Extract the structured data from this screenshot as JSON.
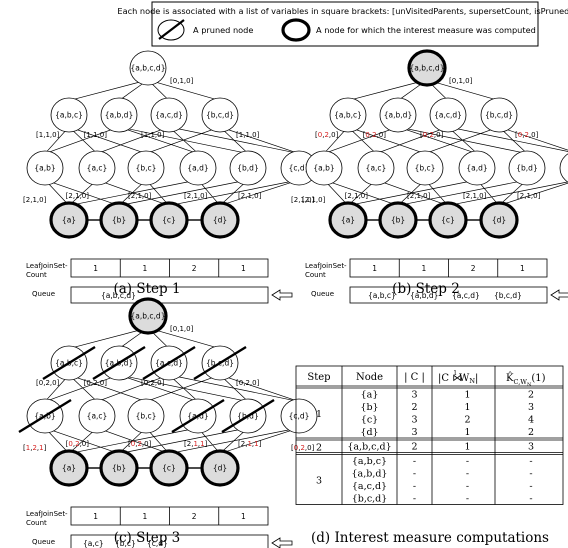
{
  "legend": {
    "header": "Each node is associated with a list of variables in square brackets: [unVisitedParents, supersetCount, isPruned]",
    "pruned": "A pruned node",
    "computed": "A node for which the interest measure was computed"
  },
  "common": {
    "top": "{a,b,c,d}",
    "level3": [
      "{a,b,c}",
      "{a,b,d}",
      "{a,c,d}",
      "{b,c,d}"
    ],
    "level2": [
      "{a,b}",
      "{a,c}",
      "{b,c}",
      "{a,d}",
      "{b,d}",
      "{c,d}"
    ],
    "level1": [
      "{a}",
      "{b}",
      "{c}",
      "{d}"
    ],
    "leaf_label_1": "LeafJoinSet-",
    "leaf_label_2": "Count",
    "queue_label": "Queue",
    "leaf_counts": [
      "1",
      "1",
      "2",
      "1"
    ],
    "red": "#d62020"
  },
  "step1": {
    "caption": "(a) Step 1",
    "top_tag": "[0,1,0]",
    "l3_tags": [
      "[1,1,0]",
      "[1,1,0]",
      "[1,1,0]",
      "[1,1,0]"
    ],
    "l2_tags": [
      "[2,1,0]",
      "[2,1,0]",
      "[2,1,0]",
      "[2,1,0]",
      "[2,1,0]",
      "[2,1,0]"
    ],
    "queue": [
      "{a,b,c,d}"
    ]
  },
  "step2": {
    "caption": "(b) Step 2",
    "top_tag": "[0,1,0]",
    "l3_tags": [
      "[0,2,0]",
      "[0,2,0]",
      "[0,2,0]",
      "[0,2,0]"
    ],
    "l2_tags": [
      "[2,1,0]",
      "[2,1,0]",
      "[2,1,0]",
      "[2,1,0]",
      "[2,1,0]",
      "[2,1,0]"
    ],
    "queue": [
      "{a,b,c}",
      "{a,b,d}",
      "{a,c,d}",
      "{b,c,d}"
    ]
  },
  "step3": {
    "caption": "(c) Step 3",
    "top_tag": "[0,1,0]",
    "l3_tags": [
      "[0,2,0]",
      "[0,2,0]",
      "[0,2,0]",
      "[0,2,0]"
    ],
    "l2_tags": [
      "[1,2,1]",
      "[0,2,0]",
      "[0,2,0]",
      "[2,1,1]",
      "[2,1,1]",
      "[0,2,0]"
    ],
    "queue": [
      "{a,c}",
      "{b,c}",
      "{c,d}"
    ]
  },
  "table": {
    "caption": "(d) Interest measure computations",
    "headers": [
      "Step",
      "Node",
      "| C |",
      "|C ⋈ W_N|",
      "K̂_C,W_N(1)"
    ],
    "header_main": "|C ⋈",
    "header_sup": "1",
    "header_sub": "W",
    "header_subsub": "N",
    "header_k": "K̂",
    "header_k_sub": "C,W",
    "header_k_subsub": "N",
    "header_k_tail": "(1)",
    "groups": [
      {
        "step": "1",
        "rows": [
          [
            "{a}",
            "3",
            "1",
            "2"
          ],
          [
            "{b}",
            "2",
            "1",
            "3"
          ],
          [
            "{c}",
            "3",
            "2",
            "4"
          ],
          [
            "{d}",
            "3",
            "1",
            "2"
          ]
        ]
      },
      {
        "step": "2",
        "rows": [
          [
            "{a,b,c,d}",
            "2",
            "1",
            "3"
          ]
        ]
      },
      {
        "step": "3",
        "rows": [
          [
            "{a,b,c}",
            "-",
            "-",
            "-"
          ],
          [
            "{a,b,d}",
            "-",
            "-",
            "-"
          ],
          [
            "{a,c,d}",
            "-",
            "-",
            "-"
          ],
          [
            "{b,c,d}",
            "-",
            "-",
            "-"
          ]
        ]
      }
    ]
  }
}
